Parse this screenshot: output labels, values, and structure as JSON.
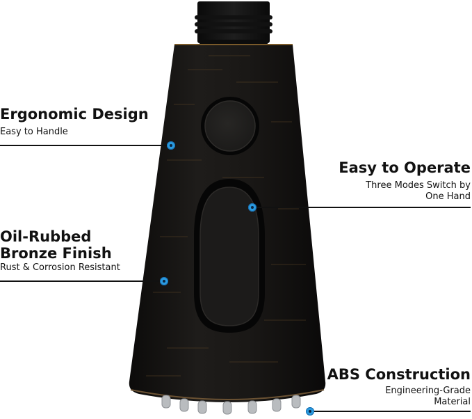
{
  "colors": {
    "body": "#141312",
    "bronze_rim": "#7a5a2a",
    "callout_dot": "#2a9be0",
    "text": "#111111",
    "nozzle": "#b9bcbf"
  },
  "features": [
    {
      "title": "Ergonomic Design",
      "subtitle": "Easy to Handle"
    },
    {
      "title": "Easy to Operate",
      "subtitle_line1": "Three Modes Switch by",
      "subtitle_line2": "One Hand"
    },
    {
      "title_line1": "Oil-Rubbed",
      "title_line2": "Bronze Finish",
      "subtitle": "Rust & Corrosion Resistant"
    },
    {
      "title": "ABS Construction",
      "subtitle_line1": "Engineering-Grade",
      "subtitle_line2": "Material"
    }
  ]
}
